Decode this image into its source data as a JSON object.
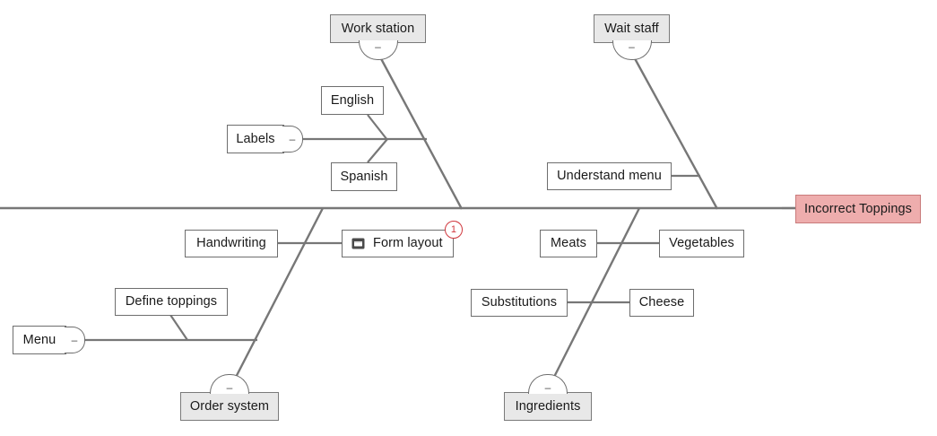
{
  "diagram": {
    "type": "fishbone",
    "effect": {
      "label": "Incorrect Toppings",
      "fill": "#eeadad",
      "border": "#c97b7b"
    },
    "spine_color": "#777777",
    "category_fill": "#e8e8e8",
    "collapse_glyph": "–",
    "categories": [
      {
        "id": "work-station",
        "label": "Work station",
        "side": "top",
        "causes": [
          {
            "id": "labels",
            "label": "Labels",
            "has_handle": true
          },
          {
            "id": "english",
            "label": "English"
          },
          {
            "id": "spanish",
            "label": "Spanish"
          }
        ]
      },
      {
        "id": "wait-staff",
        "label": "Wait staff",
        "side": "top",
        "causes": [
          {
            "id": "understand-menu",
            "label": "Understand menu"
          }
        ]
      },
      {
        "id": "order-system",
        "label": "Order system",
        "side": "bottom",
        "causes": [
          {
            "id": "handwriting",
            "label": "Handwriting"
          },
          {
            "id": "form-layout",
            "label": "Form layout",
            "icon": "note-icon",
            "badge": "1",
            "badge_color": "#d0383e"
          },
          {
            "id": "menu",
            "label": "Menu",
            "has_handle": true
          },
          {
            "id": "define-toppings",
            "label": "Define toppings"
          }
        ]
      },
      {
        "id": "ingredients",
        "label": "Ingredients",
        "side": "bottom",
        "causes": [
          {
            "id": "meats",
            "label": "Meats"
          },
          {
            "id": "vegetables",
            "label": "Vegetables"
          },
          {
            "id": "substitutions",
            "label": "Substitutions"
          },
          {
            "id": "cheese",
            "label": "Cheese"
          }
        ]
      }
    ]
  }
}
